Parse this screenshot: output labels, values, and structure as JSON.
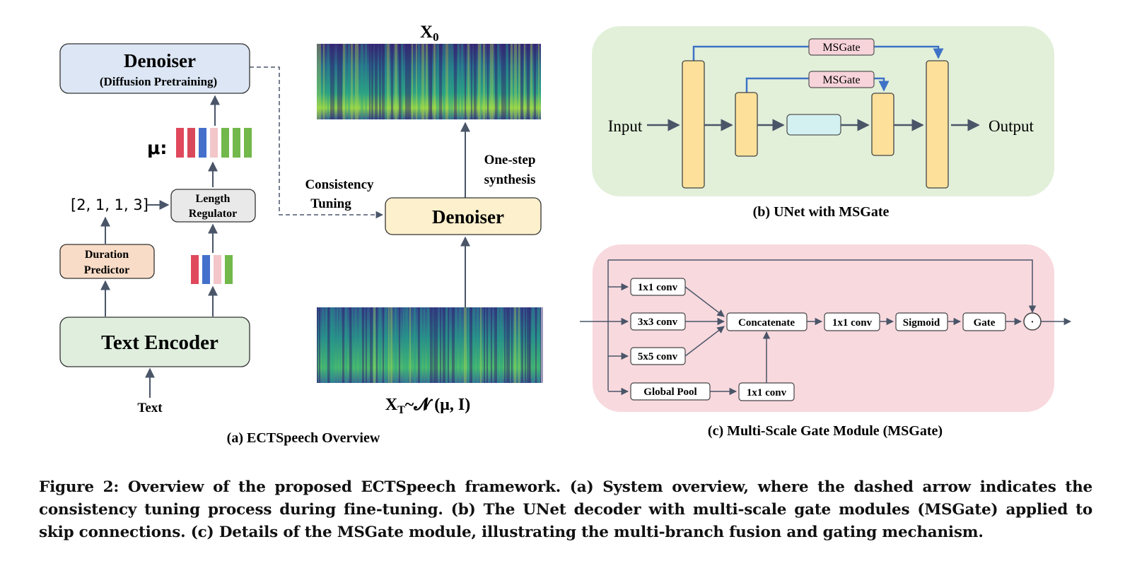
{
  "panel_a": {
    "denoiser_pretrain": {
      "title": "Denoiser",
      "subtitle": "(Diffusion Pretraining)"
    },
    "mu_label": "μ:",
    "mu_bars": [
      "#e0485c",
      "#d8495b",
      "#4470cc",
      "#f3c6c9",
      "#72b84a",
      "#72b84a",
      "#72b84a"
    ],
    "phoneme_bars": [
      "#e0485c",
      "#4470cc",
      "#f3c6c9",
      "#72b84a"
    ],
    "durations": "[2, 1, 1, 3]",
    "length_regulator": [
      "Length",
      "Regulator"
    ],
    "duration_predictor": [
      "Duration",
      "Predictor"
    ],
    "text_encoder": "Text Encoder",
    "text_input": "Text",
    "consistency_tuning": [
      "Consistency",
      "Tuning"
    ],
    "one_step": [
      "One-step",
      "synthesis"
    ],
    "denoiser": "Denoiser",
    "x0_label": "X",
    "x0_sub": "0",
    "xt_label": "X",
    "xt_sub": "T",
    "xt_dist": "~𝓝 (μ, I)",
    "caption": "(a) ECTSpeech Overview"
  },
  "panel_b": {
    "input": "Input",
    "output": "Output",
    "msgate_outer": "MSGate",
    "msgate_inner": "MSGate",
    "caption": "(b) UNet with MSGate"
  },
  "panel_c": {
    "branches": [
      "1x1 conv",
      "3x3 conv",
      "5x5 conv",
      "Global Pool"
    ],
    "pool_conv": "1x1 conv",
    "concat": "Concatenate",
    "post_conv": "1x1 conv",
    "sigmoid": "Sigmoid",
    "gate": "Gate",
    "mult_symbol": "·",
    "caption": "(c) Multi-Scale Gate Module (MSGate)"
  },
  "colors": {
    "arrow": "#4a5568",
    "skip_blue": "#3f72c6",
    "panel_b_bg": "#e2f0da",
    "panel_c_bg": "#f8d9de",
    "unet_block": "#fde19a",
    "bottleneck": "#d4f1f1",
    "msgate_box": "#f7d3da",
    "denoiser_pre_bg": "#dce6f5",
    "duration_bg": "#f9dcc7",
    "lenreg_bg": "#e9e9e9",
    "encoder_bg": "#dfeedd",
    "denoiser_bg": "#fdf0cc"
  },
  "caption": "Figure 2: Overview of the proposed ECTSpeech framework. (a) System overview, where the dashed arrow indicates the consistency tuning process during fine-tuning. (b) The UNet decoder with multi-scale gate modules (MSGate) applied to skip connections. (c) Details of the MSGate module, illustrating the multi-branch fusion and gating mechanism."
}
